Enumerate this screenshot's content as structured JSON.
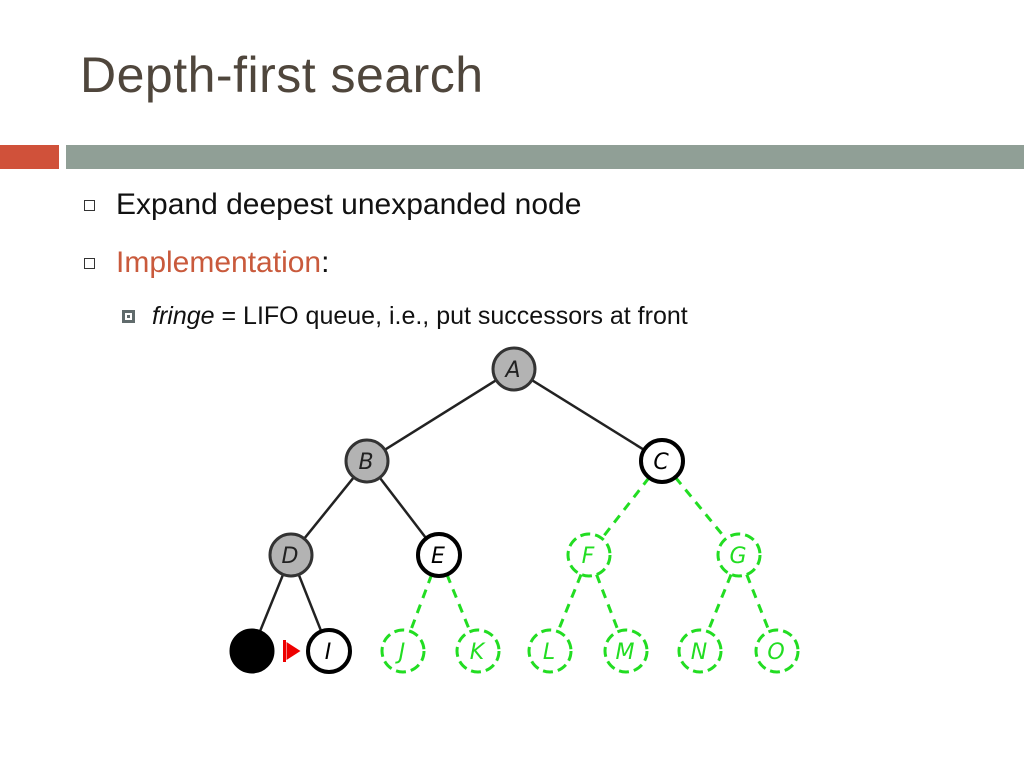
{
  "slide": {
    "title": "Depth-first search",
    "bullets": [
      {
        "text": "Expand deepest unexpanded node"
      },
      {
        "accent": "Implementation",
        "rest": ":"
      }
    ],
    "sub_bullet": {
      "em": "fringe",
      "rest": " = LIFO queue, i.e., put successors at front"
    }
  },
  "colors": {
    "title": "#4f463c",
    "accent_bar": "#d0513a",
    "main_bar": "#909f96",
    "accent_text": "#c95a3c",
    "expanded_node": "#b3b3b3",
    "unexplored": "#22dd22",
    "current_node": "#000000",
    "pointer": "#ee0000"
  },
  "tree": {
    "nodes": [
      {
        "id": "A",
        "label": "A",
        "state": "expanded"
      },
      {
        "id": "B",
        "label": "B",
        "state": "expanded"
      },
      {
        "id": "C",
        "label": "C",
        "state": "fringe"
      },
      {
        "id": "D",
        "label": "D",
        "state": "expanded"
      },
      {
        "id": "E",
        "label": "E",
        "state": "fringe"
      },
      {
        "id": "F",
        "label": "F",
        "state": "unexplored"
      },
      {
        "id": "G",
        "label": "G",
        "state": "unexplored"
      },
      {
        "id": "H",
        "label": "",
        "state": "current"
      },
      {
        "id": "I",
        "label": "I",
        "state": "fringe"
      },
      {
        "id": "J",
        "label": "J",
        "state": "unexplored"
      },
      {
        "id": "K",
        "label": "K",
        "state": "unexplored"
      },
      {
        "id": "L",
        "label": "L",
        "state": "unexplored"
      },
      {
        "id": "M",
        "label": "M",
        "state": "unexplored"
      },
      {
        "id": "N",
        "label": "N",
        "state": "unexplored"
      },
      {
        "id": "O",
        "label": "O",
        "state": "unexplored"
      }
    ],
    "edges": [
      {
        "from": "A",
        "to": "B",
        "style": "solid"
      },
      {
        "from": "A",
        "to": "C",
        "style": "solid"
      },
      {
        "from": "B",
        "to": "D",
        "style": "solid"
      },
      {
        "from": "B",
        "to": "E",
        "style": "solid"
      },
      {
        "from": "C",
        "to": "F",
        "style": "dashed"
      },
      {
        "from": "C",
        "to": "G",
        "style": "dashed"
      },
      {
        "from": "D",
        "to": "H",
        "style": "solid"
      },
      {
        "from": "D",
        "to": "I",
        "style": "solid"
      },
      {
        "from": "E",
        "to": "J",
        "style": "dashed"
      },
      {
        "from": "E",
        "to": "K",
        "style": "dashed"
      },
      {
        "from": "F",
        "to": "L",
        "style": "dashed"
      },
      {
        "from": "F",
        "to": "M",
        "style": "dashed"
      },
      {
        "from": "G",
        "to": "N",
        "style": "dashed"
      },
      {
        "from": "G",
        "to": "O",
        "style": "dashed"
      }
    ]
  }
}
